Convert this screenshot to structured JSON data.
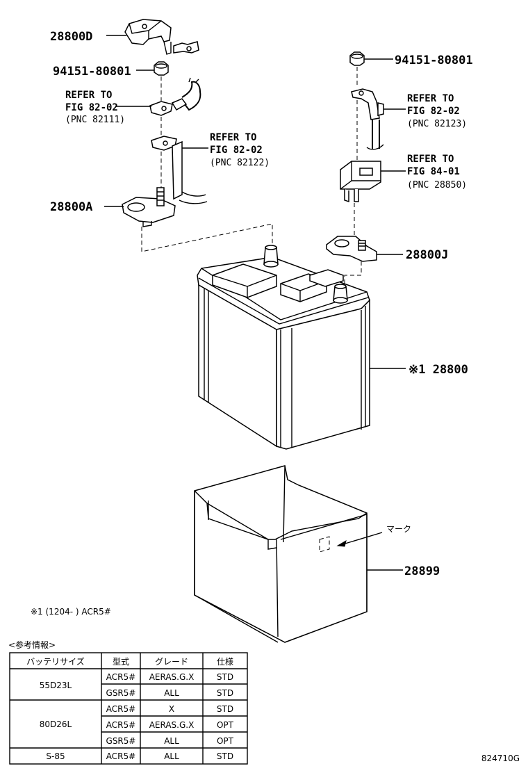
{
  "labels": {
    "part_28800D": "28800D",
    "nut_left": "94151-80801",
    "nut_right": "94151-80801",
    "ref1_line1": "REFER TO",
    "ref1_line2": "FIG 82-02",
    "ref1_line3": "(PNC 82111)",
    "ref2_line1": "REFER TO",
    "ref2_line2": "FIG 82-02",
    "ref2_line3": "(PNC 82122)",
    "ref3_line1": "REFER TO",
    "ref3_line2": "FIG 82-02",
    "ref3_line3": "(PNC 82123)",
    "ref4_line1": "REFER TO",
    "ref4_line2": "FIG 84-01",
    "ref4_line3": "(PNC 28850)",
    "part_28800A": "28800A",
    "part_28800J": "28800J",
    "part_28800": "※1 28800",
    "part_28899": "28899",
    "mark": "マーク",
    "footnote": "※1 (1204-      ) ACR5#",
    "ref_info_title": "<参考情報>",
    "diagram_code": "824710G"
  },
  "table": {
    "headers": [
      "バッテリサイズ",
      "型式",
      "グレード",
      "仕様"
    ],
    "groups": [
      {
        "size": "55D23L",
        "rows": [
          [
            "ACR5#",
            "AERAS.G.X",
            "STD"
          ],
          [
            "GSR5#",
            "ALL",
            "STD"
          ]
        ]
      },
      {
        "size": "80D26L",
        "rows": [
          [
            "ACR5#",
            "X",
            "STD"
          ],
          [
            "ACR5#",
            "AERAS.G.X",
            "OPT"
          ],
          [
            "GSR5#",
            "ALL",
            "OPT"
          ]
        ]
      },
      {
        "size": "S-85",
        "rows": [
          [
            "ACR5#",
            "ALL",
            "STD"
          ]
        ]
      }
    ]
  }
}
